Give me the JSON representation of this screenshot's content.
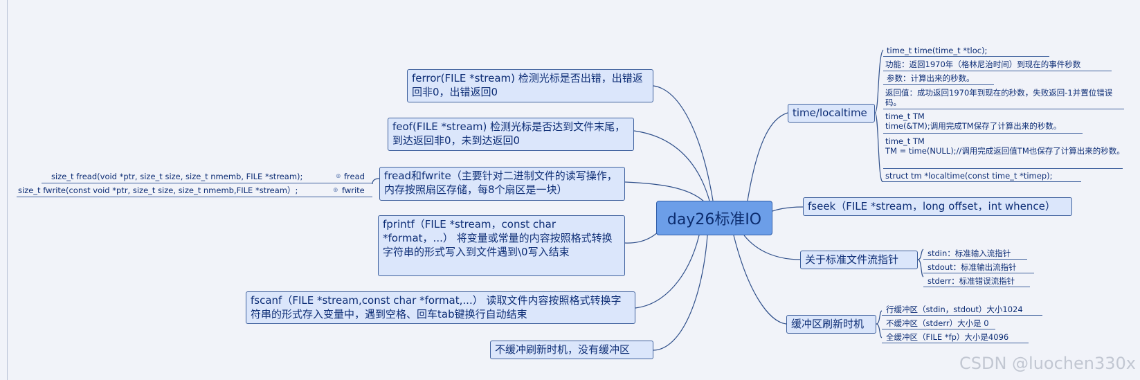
{
  "root": "day26标准IO",
  "left_nodes": [
    "ferror(FILE *stream)  检测光标是否出错，出错返回非0，出错返回0",
    "feof(FILE *stream) 检测光标是否达到文件末尾，到达返回非0，未到达返回0",
    "fread和fwrite（主要针对二进制文件的读写操作，内存按照扇区存储，每8个扇区是一块）",
    "fprintf（FILE *stream，const char *format，...）   将变量或常量的内容按照格式转换字符串的形式写入到文件遇到\\0写入结束",
    "fscanf（FILE *stream,const char *format,...）   读取文件内容按照格式转换字符串的形式存入变量中，遇到空格、回车tab键换行自动结束",
    "不缓冲刷新时机，没有缓冲区"
  ],
  "fread_children": [
    {
      "text": "size_t fread(void *ptr, size_t size, size_t nmemb, FILE *stream);",
      "tag": "fread"
    },
    {
      "text": "size_t fwrite(const void *ptr, size_t size, size_t nmemb,FILE *stream）;",
      "tag": "fwrite"
    }
  ],
  "right_nodes": {
    "time": "time/localtime",
    "fseek": "fseek（FILE *stream，long offset，int whence）",
    "stdio": "关于标准文件流指针",
    "buffer": "缓冲区刷新时机"
  },
  "time_children": [
    "time_t time(time_t *tloc);",
    "功能：返回1970年（格林尼治时间）到现在的事件秒数",
    "参数：计算出来的秒数。",
    "返回值：成功返回1970年到现在的秒数，失败返回-1并置位错误码。",
    "time_t  TM\ntime(&TM);调用完成TM保存了计算出来的秒数。",
    "time_t TM\nTM = time(NULL);//调用完成返回值TM也保存了计算出来的秒数。",
    "struct tm *localtime(const time_t *timep);"
  ],
  "stdio_children": [
    "stdin：标准输入流指针",
    "stdout：标准输出流指针",
    "stderr：标准错误流指针"
  ],
  "buffer_children": [
    "行缓冲区（stdin，stdout）大小1024",
    "不缓冲区（stderr）大小是 0",
    "全缓冲区（FILE *fp）大小是4096"
  ],
  "watermark": "CSDN @luochen330x"
}
